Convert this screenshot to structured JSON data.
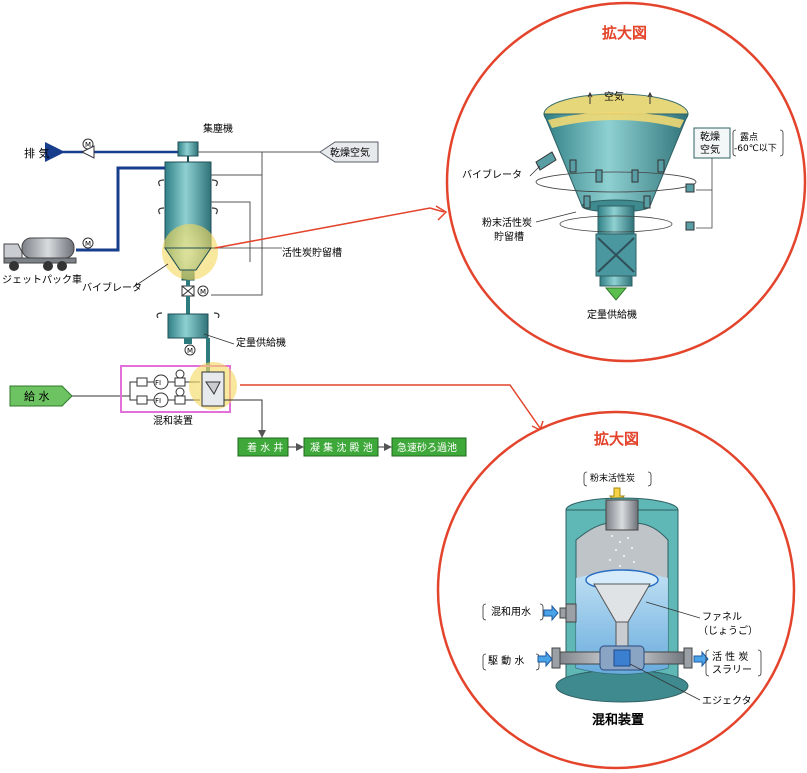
{
  "colors": {
    "zoom_circle": "#e3442b",
    "zoom_title": "#e3442b",
    "pipe_blue": "#173e8c",
    "tank_teal": "#4f9fa3",
    "green_box": "#3fa83a",
    "highlight_yellow": "#f5e27a",
    "mixer_frame": "#e36fd8",
    "water_blue": "#8ec9ef"
  },
  "main_diagram": {
    "exhaust": "排 気",
    "dust_collector": "集塵機",
    "dry_air": "乾燥空気",
    "jetpack_truck": "ジェットパック車",
    "storage_tank": "活性炭貯留槽",
    "vibrator": "バイブレータ",
    "feeder": "定量供給機",
    "water_supply": "給 水",
    "mixer": "混和装置",
    "valve_m": "M",
    "flow_indicator": "FI",
    "process_boxes": [
      "着 水 井",
      "凝 集 沈 殿 池",
      "急速砂ろ過池"
    ]
  },
  "zoom_top": {
    "title": "拡大図",
    "air": "空気",
    "vibrator": "バイブレータ",
    "dry_air": "乾燥\n空気",
    "dew_point": "露点\n-60℃以下",
    "storage_tank": "粉末活性炭\n貯留槽",
    "feeder": "定量供給機"
  },
  "zoom_bottom": {
    "title": "拡大図",
    "powder_carbon": "粉末活性炭",
    "mixing_water": "混和用水",
    "funnel": "ファネル\n（じょうご）",
    "drive_water": "駆 動 水",
    "slurry": "活 性 炭\nスラリー",
    "ejector": "エジェクタ",
    "caption": "混和装置"
  }
}
